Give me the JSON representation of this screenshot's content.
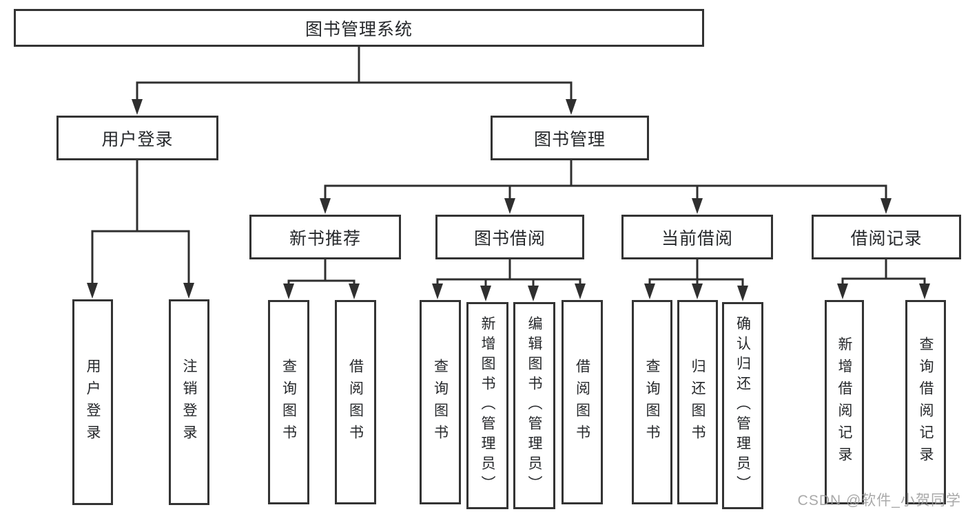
{
  "diagram": {
    "root": "图书管理系统",
    "branches": [
      {
        "label": "用户登录",
        "children": [
          "用户登录",
          "注销登录"
        ]
      },
      {
        "label": "图书管理",
        "sections": [
          {
            "label": "新书推荐",
            "children": [
              "查询图书",
              "借阅图书"
            ]
          },
          {
            "label": "图书借阅",
            "children": [
              "查询图书",
              "新增图书（管理员）",
              "编辑图书（管理员）",
              "借阅图书"
            ]
          },
          {
            "label": "当前借阅",
            "children": [
              "查询图书",
              "归还图书",
              "确认归还（管理员）"
            ]
          },
          {
            "label": "借阅记录",
            "children": [
              "新增借阅记录",
              "查询借阅记录"
            ]
          }
        ]
      }
    ]
  },
  "watermark": "CSDN @软件_小贺同学",
  "colors": {
    "line": "#2f2f2f",
    "border": "#333333",
    "text": "#26282b",
    "background": "#ffffff",
    "watermark": "#9b9b9b"
  }
}
